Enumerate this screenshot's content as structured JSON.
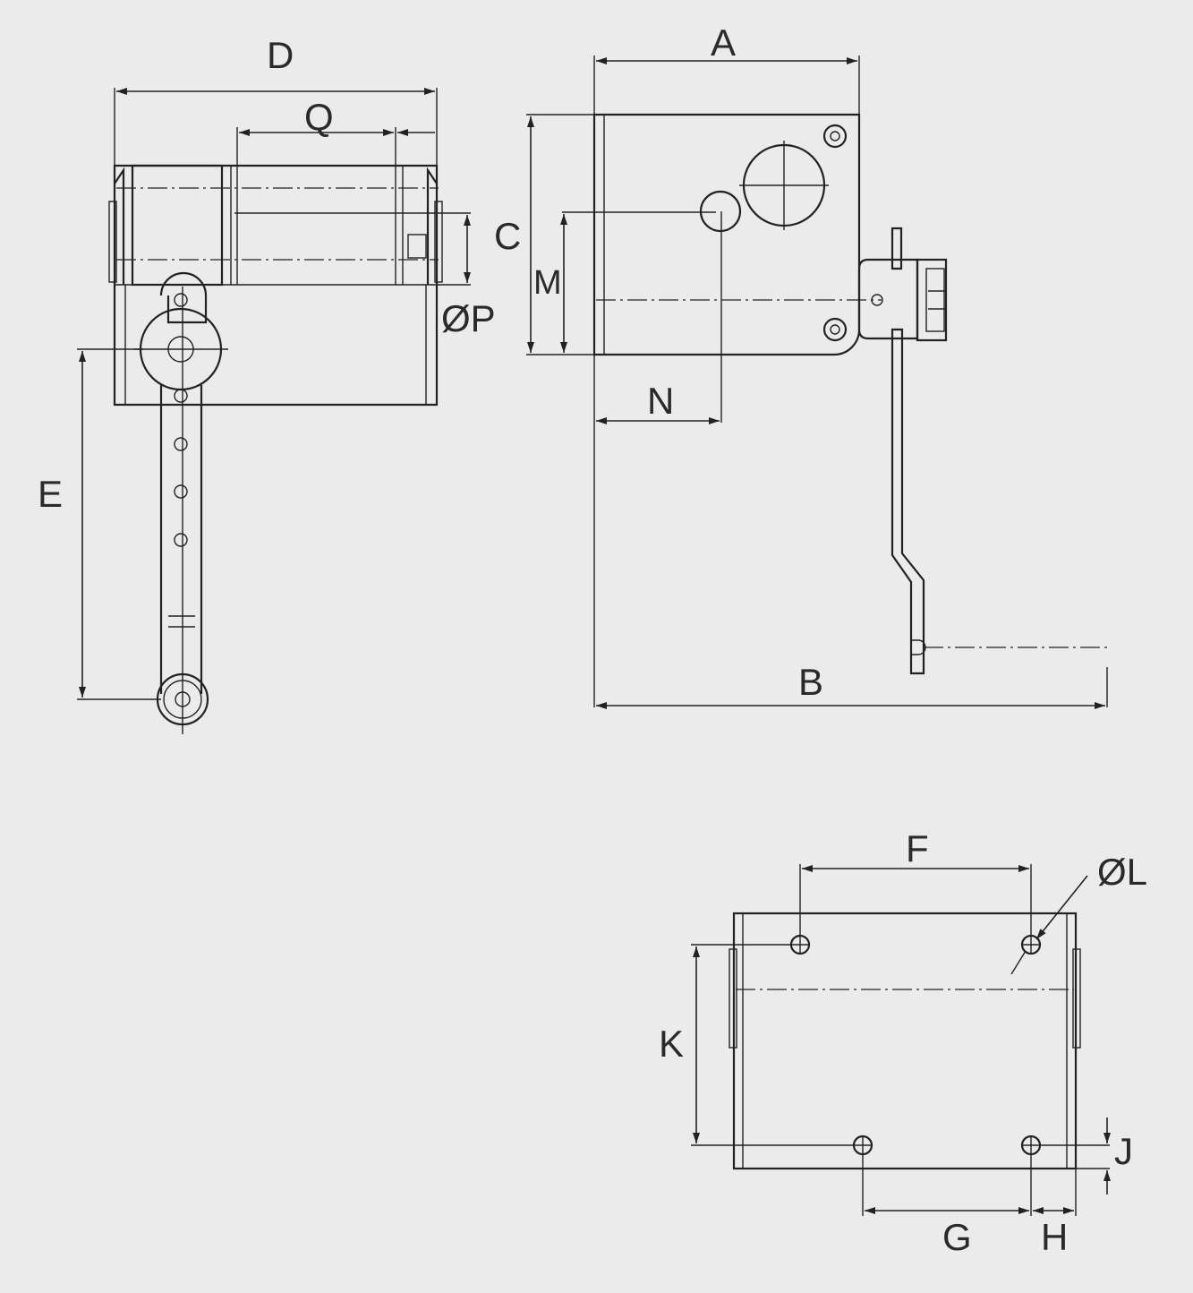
{
  "labels": {
    "A": "A",
    "B": "B",
    "C": "C",
    "D": "D",
    "E": "E",
    "F": "F",
    "G": "G",
    "H": "H",
    "J": "J",
    "K": "K",
    "L": "ØL",
    "M": "M",
    "N": "N",
    "P": "ØP",
    "Q": "Q"
  },
  "colors": {
    "background": "#ebebeb",
    "line": "#222222"
  }
}
